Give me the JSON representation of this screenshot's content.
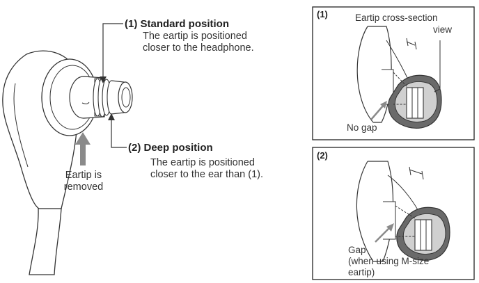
{
  "positions": [
    {
      "id": "standard",
      "heading": "(1) Standard position",
      "description_lines": [
        "The eartip is positioned",
        "closer to the headphone."
      ]
    },
    {
      "id": "deep",
      "heading": "(2) Deep position",
      "description_lines": [
        "The eartip is positioned",
        "closer to the ear than (1)."
      ]
    }
  ],
  "removed_label_lines": [
    "Eartip is",
    "removed"
  ],
  "panels": [
    {
      "id": "1",
      "tag": "(1)",
      "cross_section_label_lines": [
        "Eartip cross-section",
        "view"
      ],
      "callout": "No gap"
    },
    {
      "id": "2",
      "tag": "(2)",
      "callout_lines": [
        "Gap",
        "(when using M-size",
        "eartip)"
      ]
    }
  ],
  "colors": {
    "line": "#333333",
    "frame": "#222222",
    "eartip_dark": "#6a6a6a",
    "eartip_light": "#d0d0d0",
    "gray_arrow": "#8a8a8a"
  }
}
